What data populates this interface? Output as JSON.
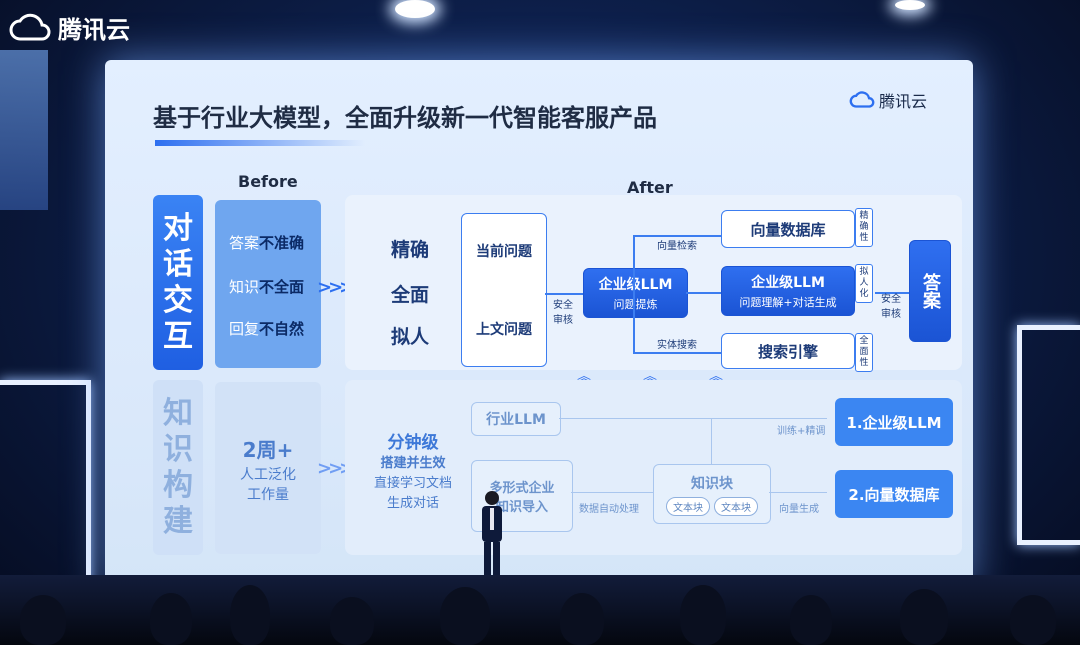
{
  "corner_brand": "腾讯云",
  "slide": {
    "title": "基于行业大模型，全面升级新一代智能客服产品",
    "logo": "腾讯云",
    "before_heading": "Before",
    "after_heading": "After",
    "dialog_label": [
      "对",
      "话",
      "交",
      "互"
    ],
    "knowledge_label": [
      "知",
      "识",
      "构",
      "建"
    ],
    "dialog_before": [
      {
        "pre": "答案",
        "bold": "不准确"
      },
      {
        "pre": "知识",
        "bold": "不全面"
      },
      {
        "pre": "回复",
        "bold": "不自然"
      }
    ],
    "dialog_words": [
      "精确",
      "全面",
      "拟人"
    ],
    "question_current": "当前问题",
    "question_context": "上文问题",
    "security_left": "安全审核",
    "llm_enterprise": "企业级LLM",
    "llm_enterprise_sub": "问题提炼",
    "vector_search": "向量检索",
    "entity_search": "实体搜索",
    "vector_db": "向量数据库",
    "search_engine": "搜索引擎",
    "tag_precise": "精确性",
    "tag_human": "拟人化",
    "tag_complete": "全面性",
    "llm_center": "企业级LLM",
    "llm_center_sub": "问题理解+对话生成",
    "security_right": "安全审核",
    "answer": "答案",
    "kb_before_big": "2周+",
    "kb_before_line1": "人工泛化",
    "kb_before_line2": "工作量",
    "kb_minutes": "分钟级",
    "kb_build": "搭建并生效",
    "kb_line1": "直接学习文档",
    "kb_line2": "生成对话",
    "industry_llm": "行业LLM",
    "multi_import": "多形式企业知识导入",
    "auto_process": "数据自动处理",
    "knowledge_block": "知识块",
    "text_block": "文本块",
    "train_tune": "训练+精调",
    "vector_gen": "向量生成",
    "out_llm": "1.企业级LLM",
    "out_vdb": "2.向量数据库"
  },
  "colors": {
    "accent": "#2d6ff0",
    "dark_text": "#1f2c44"
  }
}
